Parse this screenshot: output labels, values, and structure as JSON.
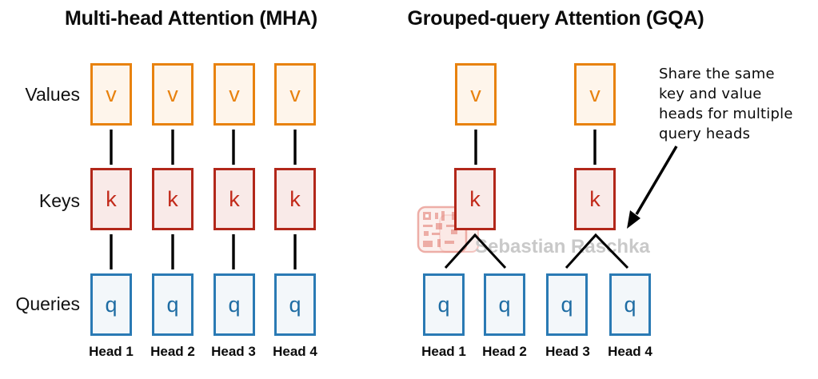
{
  "diagram": {
    "mha": {
      "title": "Multi-head Attention (MHA)",
      "row_labels": {
        "values": "Values",
        "keys": "Keys",
        "queries": "Queries"
      },
      "letters": {
        "v": "v",
        "k": "k",
        "q": "q"
      },
      "heads": [
        "Head 1",
        "Head 2",
        "Head 3",
        "Head 4"
      ]
    },
    "gqa": {
      "title": "Grouped-query Attention (GQA)",
      "letters": {
        "v": "v",
        "k": "k",
        "q": "q"
      },
      "heads": [
        "Head 1",
        "Head 2",
        "Head 3",
        "Head 4"
      ],
      "annotation_lines": [
        "Share the same",
        "key and value",
        "heads for multiple",
        "query heads"
      ]
    },
    "watermark_text": "Sebastian Raschka",
    "colors": {
      "value_border": "#E8820E",
      "value_fill": "#FEF5EB",
      "key_border": "#B2271A",
      "key_letter": "#C22A1A",
      "key_fill": "#F9EAE8",
      "query_border": "#2A7AB4",
      "query_letter": "#1E6CA3",
      "query_fill": "#F3F7FA",
      "connector": "#000000",
      "watermark_gray": "#C9C9C9",
      "watermark_pink": "#E8968E"
    }
  }
}
